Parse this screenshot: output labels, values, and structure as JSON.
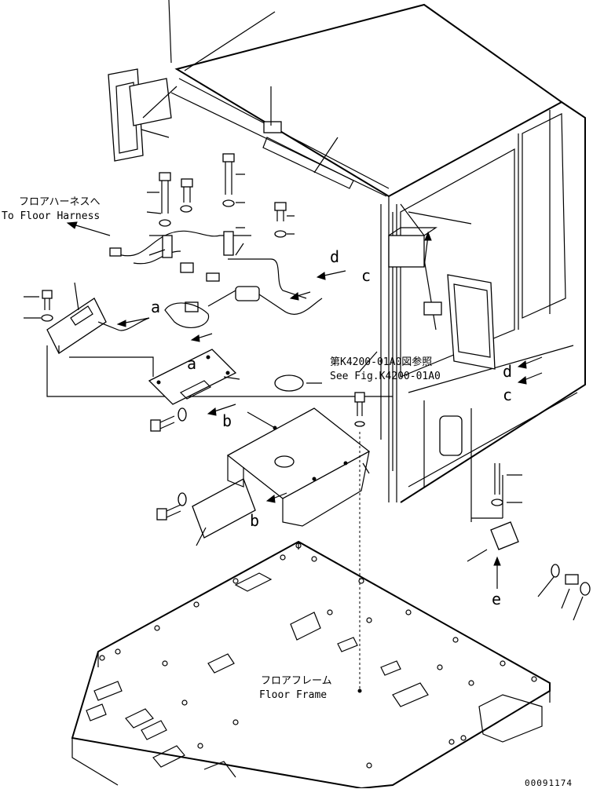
{
  "labels": {
    "to_floor_harness_jp": "フロアハーネスへ",
    "to_floor_harness_en": "To Floor Harness",
    "see_fig_jp": "第K4200-01A0図参照",
    "see_fig_en": "See Fig.K4200-01A0",
    "floor_frame_jp": "フロアフレーム",
    "floor_frame_en": "Floor Frame",
    "drawing_id": "00091174"
  },
  "refs": {
    "a1": "a",
    "a2": "a",
    "b1": "b",
    "b2": "b",
    "c1": "c",
    "c2": "c",
    "d1": "d",
    "d2": "d",
    "e": "e"
  }
}
